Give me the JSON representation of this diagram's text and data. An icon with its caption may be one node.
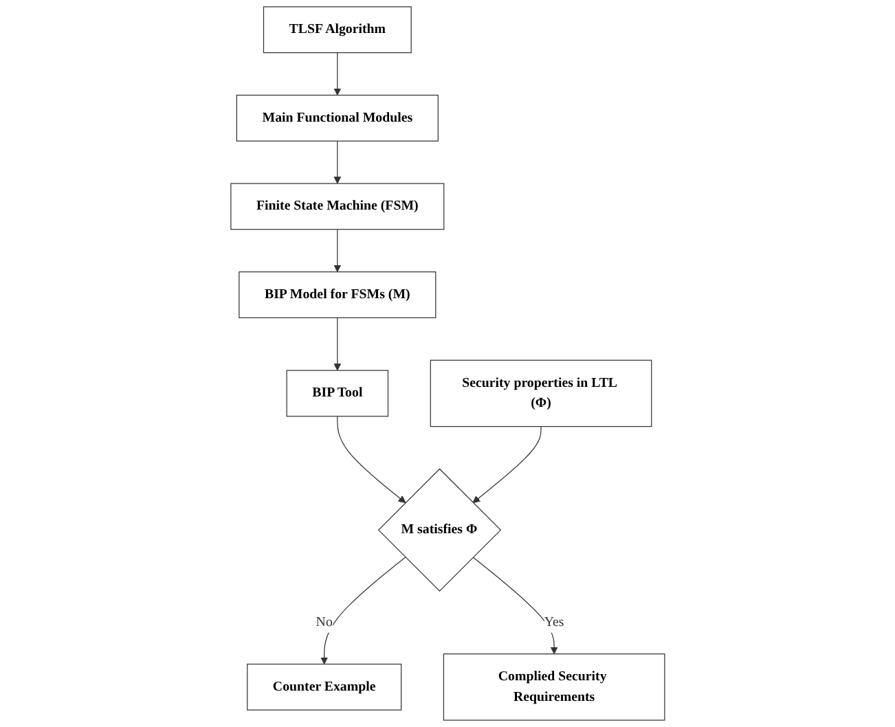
{
  "diagram": {
    "nodes": [
      {
        "text": [
          "TLSF Algorithm"
        ]
      },
      {
        "text": [
          "Main Functional Modules"
        ]
      },
      {
        "text": [
          "Finite State Machine (FSM)"
        ]
      },
      {
        "text": [
          "BIP Model for FSMs (M)"
        ]
      },
      {
        "text": [
          "BIP Tool"
        ]
      },
      {
        "text": [
          "M satisfies Φ"
        ]
      },
      {
        "text": [
          "Counter Example"
        ]
      },
      {
        "text": [
          "Security properties in LTL (Φ)"
        ]
      },
      {
        "text": [
          "Complied Security Requirements"
        ]
      }
    ],
    "edges": [
      {
        "from": 0,
        "to": 1,
        "arrow": "to"
      },
      {
        "from": 1,
        "to": 2,
        "arrow": "to"
      },
      {
        "from": 2,
        "to": 3,
        "arrow": "to"
      },
      {
        "from": 3,
        "to": 4,
        "arrow": "to"
      },
      {
        "from": 4,
        "to": 5,
        "arrow": "to"
      },
      {
        "from": 5,
        "to": 6,
        "arrow": "to",
        "label": "No"
      },
      {
        "from": 7,
        "to": 5,
        "arrow": "to"
      },
      {
        "from": 5,
        "to": 8,
        "arrow": "to",
        "label": "Yes"
      }
    ]
  }
}
